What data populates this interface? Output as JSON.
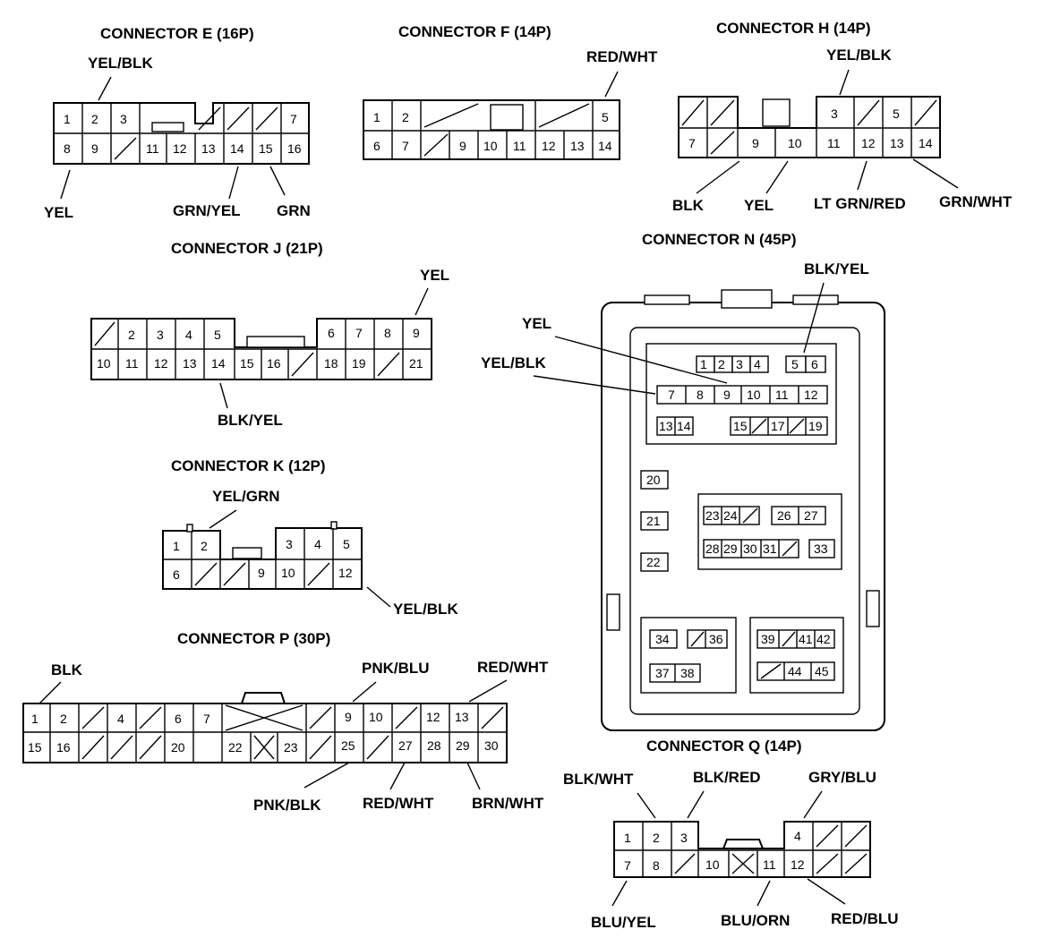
{
  "connectors": {
    "E": {
      "title": "CONNECTOR E (16P)",
      "pins": [
        "1",
        "2",
        "3",
        "7",
        "8",
        "9",
        "11",
        "12",
        "13",
        "14",
        "15",
        "16"
      ],
      "wires": [
        "YEL/BLK",
        "YEL",
        "GRN/YEL",
        "GRN"
      ]
    },
    "F": {
      "title": "CONNECTOR F (14P)",
      "pins": [
        "1",
        "2",
        "5",
        "6",
        "7",
        "9",
        "10",
        "11",
        "12",
        "13",
        "14"
      ],
      "wires": [
        "RED/WHT"
      ]
    },
    "H": {
      "title": "CONNECTOR H (14P)",
      "pins": [
        "3",
        "5",
        "7",
        "9",
        "10",
        "11",
        "12",
        "13",
        "14"
      ],
      "wires": [
        "YEL/BLK",
        "BLK",
        "YEL",
        "LT GRN/RED",
        "GRN/WHT"
      ]
    },
    "J": {
      "title": "CONNECTOR J (21P)",
      "pins": [
        "2",
        "3",
        "4",
        "5",
        "6",
        "7",
        "8",
        "9",
        "10",
        "11",
        "12",
        "13",
        "14",
        "15",
        "16",
        "18",
        "19",
        "21"
      ],
      "wires": [
        "YEL",
        "BLK/YEL"
      ]
    },
    "K": {
      "title": "CONNECTOR K (12P)",
      "pins": [
        "1",
        "2",
        "3",
        "4",
        "5",
        "6",
        "9",
        "10",
        "12"
      ],
      "wires": [
        "YEL/GRN",
        "YEL/BLK"
      ]
    },
    "P": {
      "title": "CONNECTOR P (30P)",
      "pins": [
        "1",
        "2",
        "4",
        "6",
        "7",
        "9",
        "10",
        "12",
        "13",
        "15",
        "16",
        "20",
        "22",
        "23",
        "25",
        "27",
        "28",
        "29",
        "30"
      ],
      "wires": [
        "BLK",
        "PNK/BLU",
        "RED/WHT",
        "PNK/BLK",
        "RED/WHT",
        "BRN/WHT"
      ]
    },
    "N": {
      "title": "CONNECTOR N (45P)",
      "pins": [
        "1",
        "2",
        "3",
        "4",
        "5",
        "6",
        "7",
        "8",
        "9",
        "10",
        "11",
        "12",
        "13",
        "14",
        "15",
        "17",
        "19",
        "20",
        "21",
        "22",
        "23",
        "24",
        "26",
        "27",
        "28",
        "29",
        "30",
        "31",
        "33",
        "34",
        "36",
        "37",
        "38",
        "39",
        "41",
        "42",
        "44",
        "45"
      ],
      "wires": [
        "BLK/YEL",
        "YEL",
        "YEL/BLK"
      ]
    },
    "Q": {
      "title": "CONNECTOR Q (14P)",
      "pins": [
        "1",
        "2",
        "3",
        "4",
        "7",
        "8",
        "10",
        "11",
        "12"
      ],
      "wires": [
        "BLK/WHT",
        "BLK/RED",
        "GRY/BLU",
        "BLU/YEL",
        "BLU/ORN",
        "RED/BLU"
      ]
    }
  }
}
